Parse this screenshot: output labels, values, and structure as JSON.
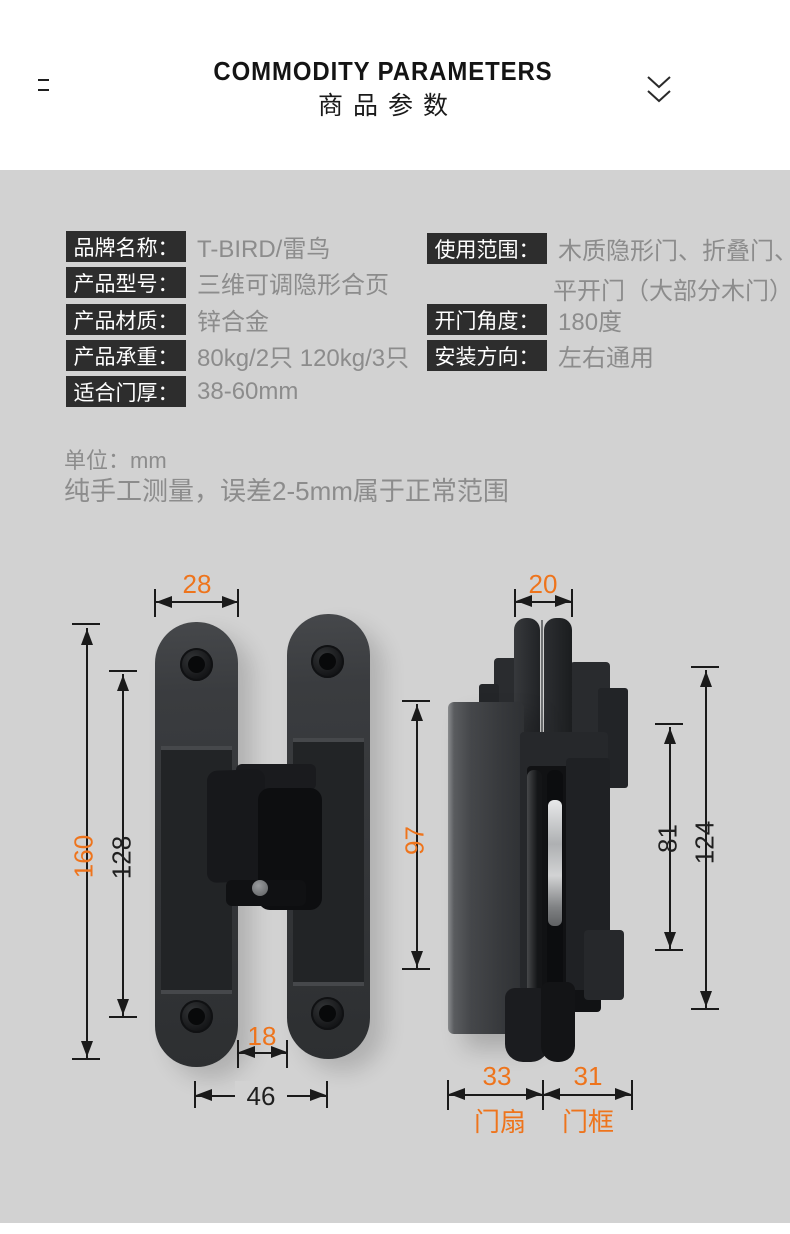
{
  "header": {
    "title": "COMMODITY PARAMETERS",
    "subtitle": "商品参数"
  },
  "params": {
    "left": [
      {
        "label": "品牌名称：",
        "value": "T-BIRD/雷鸟"
      },
      {
        "label": "产品型号：",
        "value": "三维可调隐形合页"
      },
      {
        "label": "产品材质：",
        "value": "锌合金"
      },
      {
        "label": "产品承重：",
        "value": "80kg/2只 120kg/3只"
      },
      {
        "label": "适合门厚：",
        "value": "38-60mm"
      }
    ],
    "right": [
      {
        "label": "使用范围：",
        "value": "木质隐形门、折叠门、",
        "value_line2": "平开门（大部分木门）"
      },
      {
        "label": "开门角度：",
        "value": "180度"
      },
      {
        "label": "安装方向：",
        "value": "左右通用"
      }
    ]
  },
  "notes": {
    "unit_label": "单位：mm",
    "tolerance_note": "纯手工测量，误差2-5mm属于正常范围"
  },
  "diagram": {
    "front_view": {
      "top_width": "28",
      "total_height": "160",
      "inner_height": "128",
      "bottom_gap": "18",
      "bottom_width": "46"
    },
    "side_view": {
      "top_width": "20",
      "left_height": "97",
      "inner_height": "81",
      "total_height": "124",
      "leaf_width": "33",
      "frame_width": "31",
      "leaf_label": "门扇",
      "frame_label": "门框"
    }
  },
  "colors": {
    "accent_orange": "#ee741c",
    "label_box_dark": "#2d2d2d",
    "section_bg": "#d2d2d2",
    "value_gray": "#8c8c8c"
  }
}
